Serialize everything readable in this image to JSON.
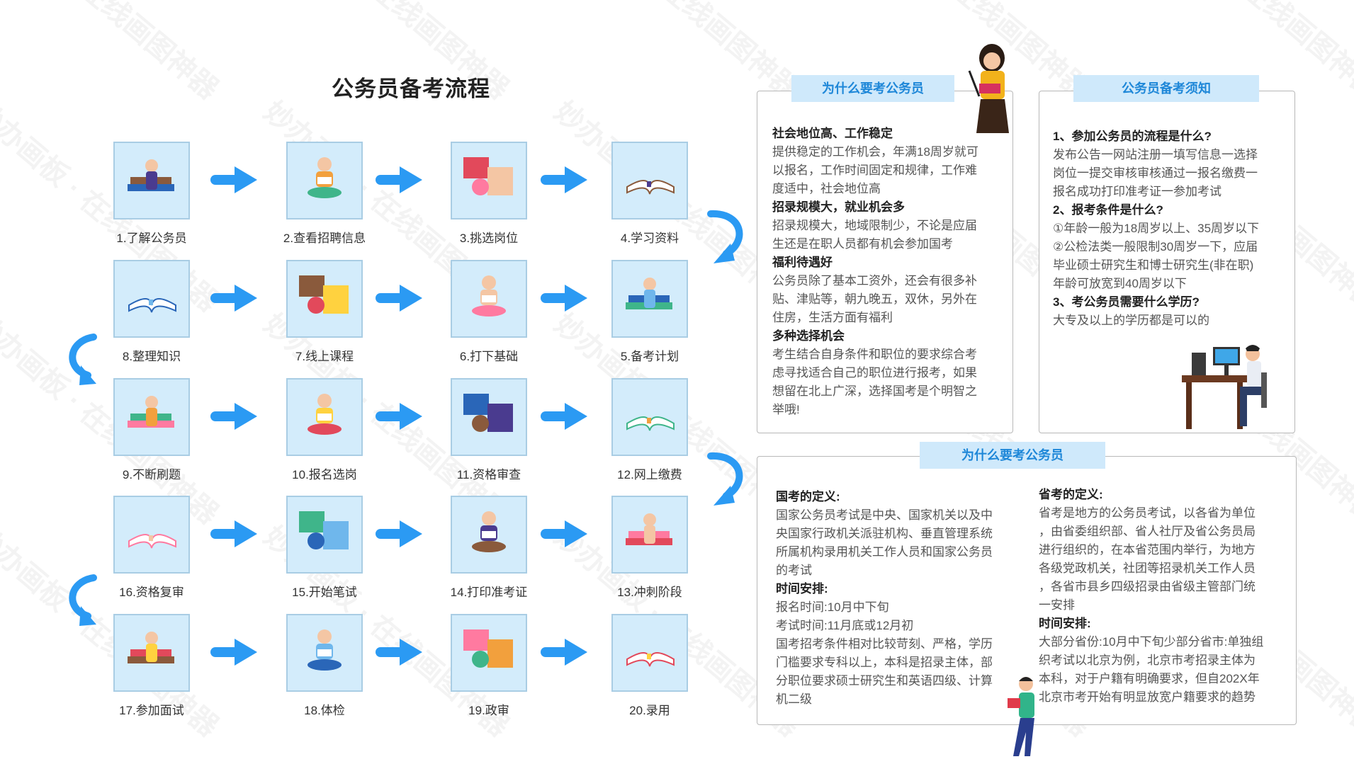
{
  "title": "公务员备考流程",
  "steps": [
    {
      "label": "1.了解公务员",
      "icon": "books-person-icon"
    },
    {
      "label": "2.查看招聘信息",
      "icon": "reading-person-icon"
    },
    {
      "label": "3.挑选岗位",
      "icon": "office-collage-icon"
    },
    {
      "label": "4.学习资料",
      "icon": "open-book-icon"
    },
    {
      "label": "5.备考计划",
      "icon": "clipboard-plan-icon"
    },
    {
      "label": "6.打下基础",
      "icon": "studying-boy-icon"
    },
    {
      "label": "7.线上课程",
      "icon": "online-lecture-icon"
    },
    {
      "label": "8.整理知识",
      "icon": "notebook-coffee-icon"
    },
    {
      "label": "9.不断刷题",
      "icon": "student-desk-icon"
    },
    {
      "label": "10.报名选岗",
      "icon": "registration-board-icon"
    },
    {
      "label": "11.资格审查",
      "icon": "hourglass-check-icon"
    },
    {
      "label": "12.网上缴费",
      "icon": "online-payment-icon"
    },
    {
      "label": "13.冲刺阶段",
      "icon": "stressed-student-icon"
    },
    {
      "label": "14.打印准考证",
      "icon": "print-ticket-icon"
    },
    {
      "label": "15.开始笔试",
      "icon": "written-exam-icon"
    },
    {
      "label": "16.资格复审",
      "icon": "desk-review-icon"
    },
    {
      "label": "17.参加面试",
      "icon": "interview-icon"
    },
    {
      "label": "18.体检",
      "icon": "running-person-icon"
    },
    {
      "label": "19.政审",
      "icon": "clock-review-icon"
    },
    {
      "label": "20.录用",
      "icon": "graduate-cap-icon"
    }
  ],
  "panel_why": {
    "title": "为什么要考公务员",
    "lines": [
      {
        "text": "社会地位高、工作稳定",
        "bold": true
      },
      {
        "text": "提供稳定的工作机会，年满18周岁就可",
        "bold": false
      },
      {
        "text": "以报名，工作时间固定和规律，工作难",
        "bold": false
      },
      {
        "text": "度适中，社会地位高",
        "bold": false
      },
      {
        "text": "招录规模大，就业机会多",
        "bold": true
      },
      {
        "text": "招录规模大，地域限制少，不论是应届",
        "bold": false
      },
      {
        "text": "生还是在职人员都有机会参加国考",
        "bold": false
      },
      {
        "text": "福利待遇好",
        "bold": true
      },
      {
        "text": "公务员除了基本工资外，还会有很多补",
        "bold": false
      },
      {
        "text": "贴、津贴等，朝九晚五，双休，另外在",
        "bold": false
      },
      {
        "text": "住房，生活方面有福利",
        "bold": false
      },
      {
        "text": "多种选择机会",
        "bold": true
      },
      {
        "text": "考生结合自身条件和职位的要求综合考",
        "bold": false
      },
      {
        "text": "虑寻找适合自己的职位进行报考，如果",
        "bold": false
      },
      {
        "text": "想留在北上广深，选择国考是个明智之",
        "bold": false
      },
      {
        "text": "举哦!",
        "bold": false
      }
    ]
  },
  "panel_notice": {
    "title": "公务员备考须知",
    "lines": [
      {
        "text": "1、参加公务员的流程是什么?",
        "bold": true
      },
      {
        "text": "发布公告一网站注册一填写信息一选择",
        "bold": false
      },
      {
        "text": "岗位一提交审核审核通过一报名缴费一",
        "bold": false
      },
      {
        "text": "报名成功打印准考证一参加考试",
        "bold": false
      },
      {
        "text": "2、报考条件是什么?",
        "bold": true
      },
      {
        "text": "①年龄一般为18周岁以上、35周岁以下",
        "bold": false
      },
      {
        "text": "②公检法类一般限制30周岁一下，应届",
        "bold": false
      },
      {
        "text": "毕业硕士研究生和博士研究生(非在职)",
        "bold": false
      },
      {
        "text": "年龄可放宽到40周岁以下",
        "bold": false
      },
      {
        "text": "3、考公务员需要什么学历?",
        "bold": true
      },
      {
        "text": "大专及以上的学历都是可以的",
        "bold": false
      }
    ]
  },
  "panel_exam": {
    "title": "为什么要考公务员",
    "left_lines": [
      {
        "text": "国考的定义:",
        "bold": true
      },
      {
        "text": "国家公务员考试是中央、国家机关以及中",
        "bold": false
      },
      {
        "text": "央国家行政机关派驻机构、垂直管理系统",
        "bold": false
      },
      {
        "text": "所属机构录用机关工作人员和国家公务员",
        "bold": false
      },
      {
        "text": "的考试",
        "bold": false
      },
      {
        "text": "时间安排:",
        "bold": true
      },
      {
        "text": "报名时间:10月中下旬",
        "bold": false
      },
      {
        "text": "考试时间:11月底或12月初",
        "bold": false
      },
      {
        "text": "国考招考条件相对比较苛刻、严格，学历",
        "bold": false
      },
      {
        "text": "门槛要求专科以上，本科是招录主体，部",
        "bold": false
      },
      {
        "text": "分职位要求硕士研究生和英语四级、计算",
        "bold": false
      },
      {
        "text": "机二级",
        "bold": false
      }
    ],
    "right_lines": [
      {
        "text": "省考的定义:",
        "bold": true
      },
      {
        "text": "省考是地方的公务员考试，以各省为单位",
        "bold": false
      },
      {
        "text": "，由省委组织部、省人社厅及省公务员局",
        "bold": false
      },
      {
        "text": "进行组织的，在本省范围内举行，为地方",
        "bold": false
      },
      {
        "text": "各级党政机关，社团等招录机关工作人员",
        "bold": false
      },
      {
        "text": "，各省市县乡四级招录由省级主管部门统",
        "bold": false
      },
      {
        "text": "一安排",
        "bold": false
      },
      {
        "text": "时间安排:",
        "bold": true
      },
      {
        "text": "大部分省份:10月中下旬少部分省市:单独组",
        "bold": false
      },
      {
        "text": "织考试以北京为例，北京市考招录主体为",
        "bold": false
      },
      {
        "text": "本科，对于户籍有明确要求，但自202X年",
        "bold": false
      },
      {
        "text": "北京市考开始有明显放宽户籍要求的趋势",
        "bold": false
      }
    ]
  },
  "watermark": "妙办画板 · 在线画图神器",
  "colors": {
    "arrow": "#2b9af3",
    "box_bg": "#d3ecfb",
    "box_border": "#a9cde4",
    "panel_title_bg": "#cfe9fb",
    "panel_title_text": "#1e87d8"
  }
}
